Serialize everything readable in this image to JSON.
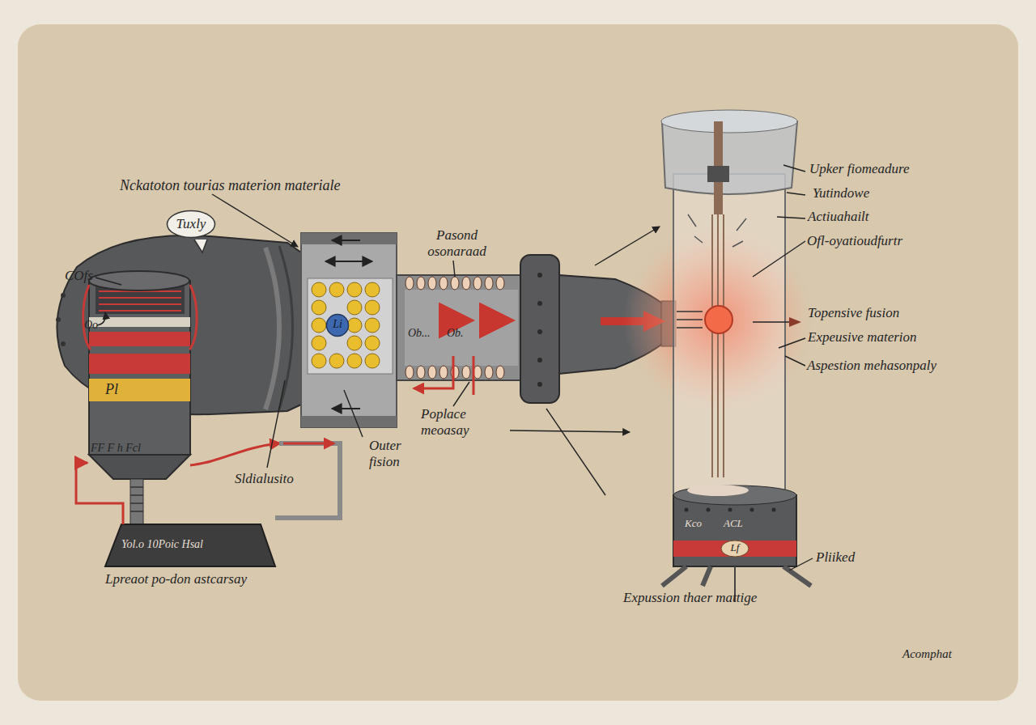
{
  "diagram": {
    "nodes": [
      {
        "text": [
          "Tuxly"
        ]
      },
      {
        "text": [
          "Pl",
          "FF F h Fcl"
        ]
      },
      {
        "text": [
          "Li"
        ]
      },
      {
        "text": [
          "Ob...",
          "Ob."
        ]
      },
      {
        "text": [
          "Yol.o 10Poic Hsal"
        ]
      },
      {
        "text": [
          "Kco",
          "ACL",
          "Lf"
        ]
      }
    ],
    "edges": [
      {
        "from": 4,
        "to": 1,
        "arrow": "to"
      }
    ],
    "labels": [
      "Nckatoton tourias materion materiale",
      "Pasond osonaraad",
      "COfs",
      "Oo",
      "Upker fiomeadure",
      "Yutindowe",
      "Actiuahailt",
      "Ofl-oyatioudfurtr",
      "Topensive fusion",
      "Expeusive materion",
      "Aspestion mehasonpaly",
      "Poplace meoasay",
      "Outer fision",
      "Sldialusito",
      "Pliiked",
      "Lpreaot po-don astcarsay",
      "Expussion thaer mattige",
      "Acomphat"
    ]
  }
}
